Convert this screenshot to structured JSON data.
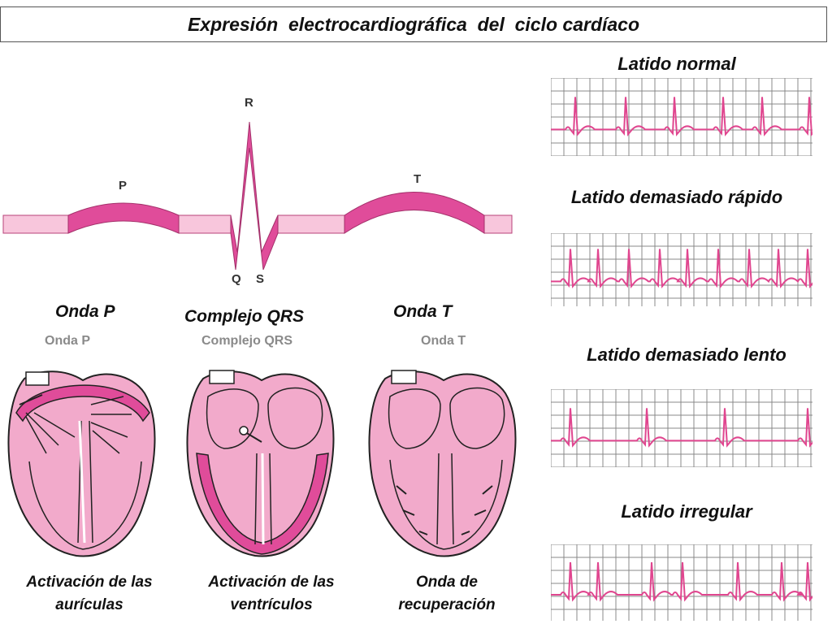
{
  "title": "Expresión  electrocardiográfica  del  ciclo cardíaco",
  "waves": {
    "p": "P",
    "r": "R",
    "q": "Q",
    "s": "S",
    "t": "T"
  },
  "phases": {
    "p": "Onda P",
    "qrs": "Complejo QRS",
    "t": "Onda T",
    "p_faded": "Onda P",
    "qrs_faded": "Complejo QRS",
    "t_faded": "Onda T"
  },
  "strips": [
    {
      "title": "Latido normal",
      "rhythm": "normal"
    },
    {
      "title": "Latido demasiado rápido",
      "rhythm": "fast"
    },
    {
      "title": "Latido demasiado lento",
      "rhythm": "slow"
    },
    {
      "title": "Latido irregular",
      "rhythm": "irregular"
    }
  ],
  "captions": {
    "atria": [
      "Activación de las",
      "aurículas"
    ],
    "ventricles": [
      "Activación de las",
      "ventrículos"
    ],
    "recovery": [
      "Onda de",
      "recuperación"
    ]
  },
  "colors": {
    "pink": "#e04c9a",
    "light_pink": "#f8c6dc",
    "grid": "#888888",
    "ecg_trace": "#e0468f"
  }
}
